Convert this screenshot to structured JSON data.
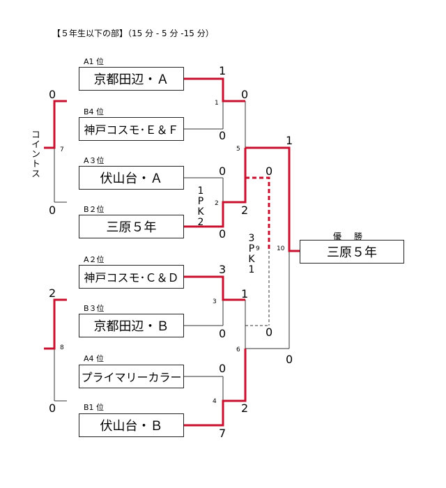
{
  "title": "【５年生以下の部】（15 分 - 5 分 -15 分）",
  "cointoss": "コイントス",
  "champion_label": "優勝",
  "champion": "三原５年",
  "colors": {
    "winner": "#c8102e",
    "loser": "#333333"
  },
  "teams": [
    {
      "seed": "A1 位",
      "name": "京都田辺・Ａ"
    },
    {
      "seed": "B4 位",
      "name": "神戸コスモ･Ｅ＆Ｆ"
    },
    {
      "seed": "A３位",
      "name": "伏山台・Ａ"
    },
    {
      "seed": "B２位",
      "name": "三原５年"
    },
    {
      "seed": "A２位",
      "name": "神戸コスモ･Ｃ＆Ｄ"
    },
    {
      "seed": "B３位",
      "name": "京都田辺・Ｂ"
    },
    {
      "seed": "A4 位",
      "name": "プライマリーカラー"
    },
    {
      "seed": "B1 位",
      "name": "伏山台・Ｂ"
    }
  ],
  "matches": {
    "m1": {
      "num": "1",
      "top": "1",
      "bottom": "0"
    },
    "m2": {
      "num": "2",
      "top": "0",
      "bottom": "0",
      "pk": "1PK2"
    },
    "m3": {
      "num": "3",
      "top": "3",
      "bottom": "0"
    },
    "m4": {
      "num": "4",
      "top": "0",
      "bottom": "7"
    },
    "m5": {
      "num": "5",
      "top": "0",
      "bottom": "2"
    },
    "m6": {
      "num": "6",
      "top": "1",
      "bottom": "2"
    },
    "m7": {
      "num": "7",
      "top": "0",
      "bottom": "0"
    },
    "m8": {
      "num": "8",
      "top": "2",
      "bottom": "0"
    },
    "m9": {
      "num": "9",
      "top": "0",
      "bottom": "0",
      "pk": "3PK1"
    },
    "m10": {
      "num": "10",
      "top": "1",
      "bottom": "0"
    }
  }
}
